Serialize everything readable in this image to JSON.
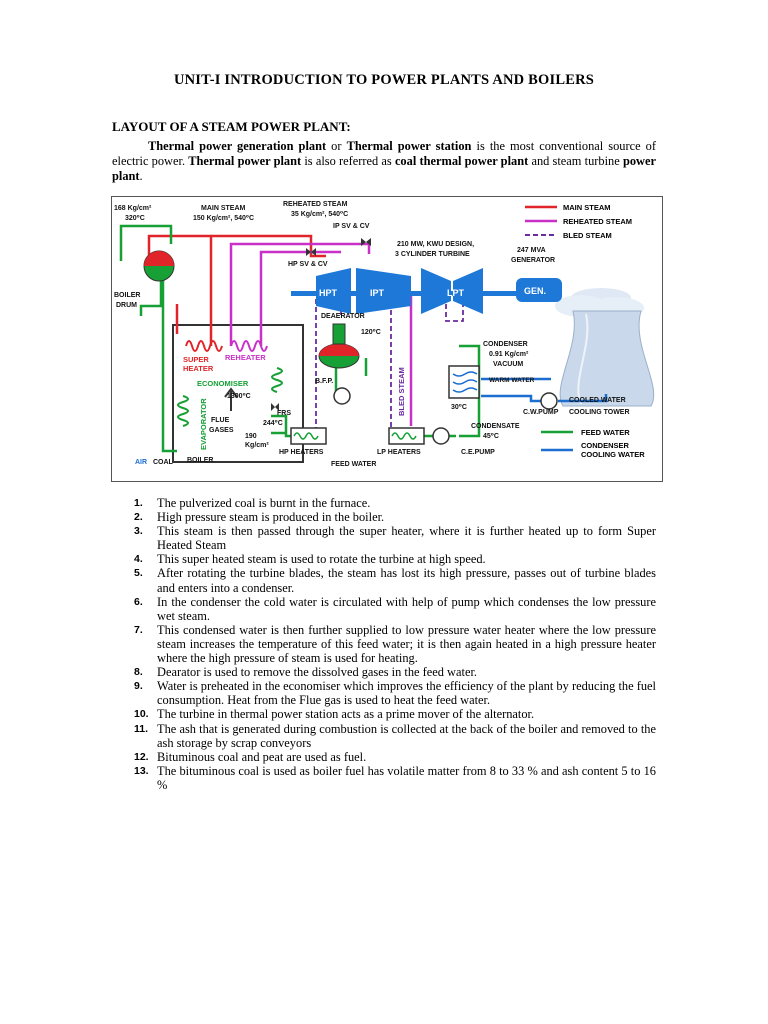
{
  "title": "UNIT-I INTRODUCTION TO POWER PLANTS AND BOILERS",
  "section_heading": "LAYOUT OF A STEAM POWER PLANT:",
  "intro": {
    "p1": "Thermal power generation plant",
    "p2": " or ",
    "p3": "Thermal power station",
    "p4": " is the most conventional source of electric power. ",
    "p5": "Thermal power plant",
    "p6": " is also referred as ",
    "p7": "coal thermal power plant",
    "p8": " and steam turbine ",
    "p9": "power plant",
    "p10": "."
  },
  "diagram": {
    "labels": {
      "drum_pressure": "168 Kg/cm²",
      "drum_temp": "320⁰C",
      "main_steam": "MAIN STEAM",
      "main_steam_params": "150 Kg/cm², 540⁰C",
      "reheated_steam": "REHEATED STEAM",
      "reheated_params": "35 Kg/cm², 540⁰C",
      "ip_sv_cv": "IP SV & CV",
      "hp_sv_cv": "HP SV & CV",
      "turbine_desc_1": "210 MW, KWU DESIGN,",
      "turbine_desc_2": "3 CYLINDER TURBINE",
      "gen_rating_1": "247 MVA",
      "gen_rating_2": "GENERATOR",
      "hpt": "HPT",
      "ipt": "IPT",
      "lpt": "LPT",
      "gen": "GEN.",
      "boiler_drum_1": "BOILER",
      "boiler_drum_2": "DRUM",
      "deaerator": "DEAERATOR",
      "deaerator_temp": "120⁰C",
      "super_heater_1": "SUPER",
      "super_heater_2": "HEATER",
      "reheater": "REHEATER",
      "economiser": "ECONOMISER",
      "flue_temp": "1300⁰C",
      "flue_gases_1": "FLUE",
      "flue_gases_2": "GASES",
      "evaporator": "EVAPORATOR",
      "frs": "FRS",
      "bfp": "B.F.P.",
      "bled_steam_vert": "BLED STEAM",
      "condenser": "CONDENSER",
      "condenser_vac_1": "0.91 Kg/cm²",
      "condenser_vac_2": "VACUUM",
      "warm_water": "WARM WATER",
      "cond_temp": "30⁰C",
      "cw_pump": "C.W.PUMP",
      "cooled_water": "COOLED WATER",
      "cooling_tower": "COOLING TOWER",
      "fw_temp": "244⁰C",
      "fw_pressure_1": "190",
      "fw_pressure_2": "Kg/cm²",
      "hp_heaters": "HP HEATERS",
      "lp_heaters": "LP HEATERS",
      "feed_water": "FEED WATER",
      "condensate": "CONDENSATE",
      "condensate_temp": "45⁰C",
      "ce_pump": "C.E.PUMP",
      "air": "AIR",
      "coal": "COAL",
      "boiler": "BOILER"
    },
    "legend": [
      {
        "label": "MAIN STEAM",
        "color": "#e0242a",
        "dash": false
      },
      {
        "label": "REHEATED STEAM",
        "color": "#c830c8",
        "dash": false
      },
      {
        "label": "BLED STEAM",
        "color": "#6a2ca0",
        "dash": true
      },
      {
        "label": "FEED WATER",
        "color": "#16a035",
        "dash": false
      },
      {
        "label": "CONDENSER",
        "label2": "COOLING WATER",
        "color": "#1c6fd1",
        "dash": false
      }
    ],
    "colors": {
      "main_steam": "#e0242a",
      "reheated": "#c830c8",
      "bled": "#6a2ca0",
      "feed": "#16a035",
      "cooling": "#1c6fd1",
      "turbine": "#1e78d8"
    }
  },
  "steps": [
    {
      "num": "1.",
      "text": "The pulverized coal is burnt in the furnace."
    },
    {
      "num": "2.",
      "text": "High pressure steam is produced in the boiler."
    },
    {
      "num": "3.",
      "text": "This steam is then passed through the super heater, where it is further heated up to form Super Heated Steam"
    },
    {
      "num": "4.",
      "text": "This super heated steam is used to rotate the turbine at high speed."
    },
    {
      "num": "5.",
      "text": "After rotating the turbine blades, the steam has lost its high pressure, passes out of turbine blades and enters into a condenser."
    },
    {
      "num": "6.",
      "text": "In the condenser the cold water is circulated with help of pump which condenses the low pressure wet steam."
    },
    {
      "num": "7.",
      "text": "This condensed water is then further supplied to low pressure water heater where the low pressure steam increases the temperature of this feed water; it is then again heated in a high pressure heater where the high pressure of steam is used for heating."
    },
    {
      "num": "8.",
      "text": "Dearator is used to remove the dissolved gases in the feed water."
    },
    {
      "num": "9.",
      "text": "Water is preheated in the economiser which improves the efficiency of the plant by reducing the fuel consumption. Heat from the Flue gas is used to heat the feed water."
    },
    {
      "num": "10.",
      "text": "The turbine in thermal power station acts as a prime mover of the alternator."
    },
    {
      "num": "11.",
      "text": "The ash that is generated during combustion is collected at the back of the boiler and removed to the ash storage by scrap conveyors"
    },
    {
      "num": "12.",
      "text": "Bituminous coal and peat are used as fuel."
    },
    {
      "num": "13.",
      "text": "The bituminous coal is used as boiler fuel has volatile matter from 8 to 33 % and ash content 5 to 16 %"
    }
  ]
}
